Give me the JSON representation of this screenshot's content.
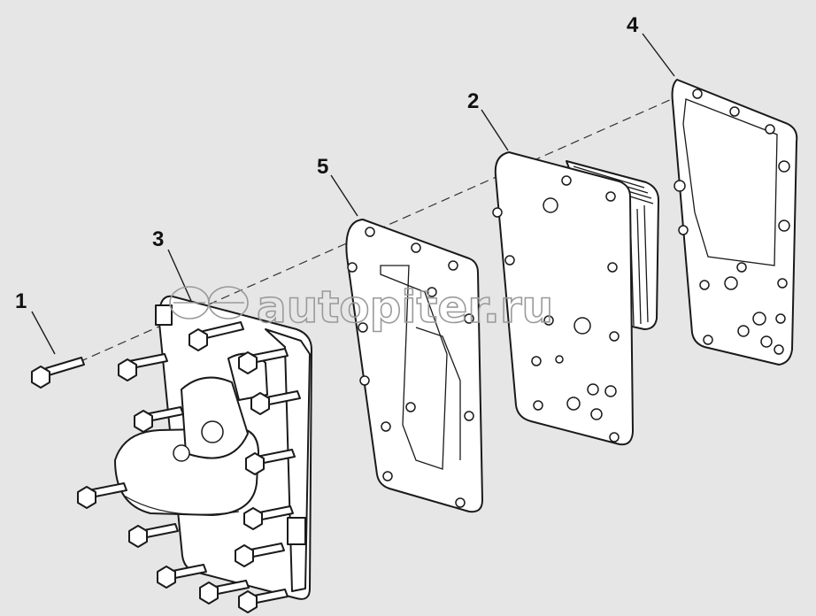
{
  "callouts": [
    {
      "id": "1",
      "label": "1"
    },
    {
      "id": "2",
      "label": "2"
    },
    {
      "id": "3",
      "label": "3"
    },
    {
      "id": "4",
      "label": "4"
    },
    {
      "id": "5",
      "label": "5"
    }
  ],
  "watermark": {
    "text": "autopiter.ru",
    "icon": "car-key-logo-icon"
  },
  "colors": {
    "background": "#e6e6e6",
    "line": "#1a1a1a",
    "part_fill": "#ffffff",
    "watermark": "#9a9a9a"
  }
}
